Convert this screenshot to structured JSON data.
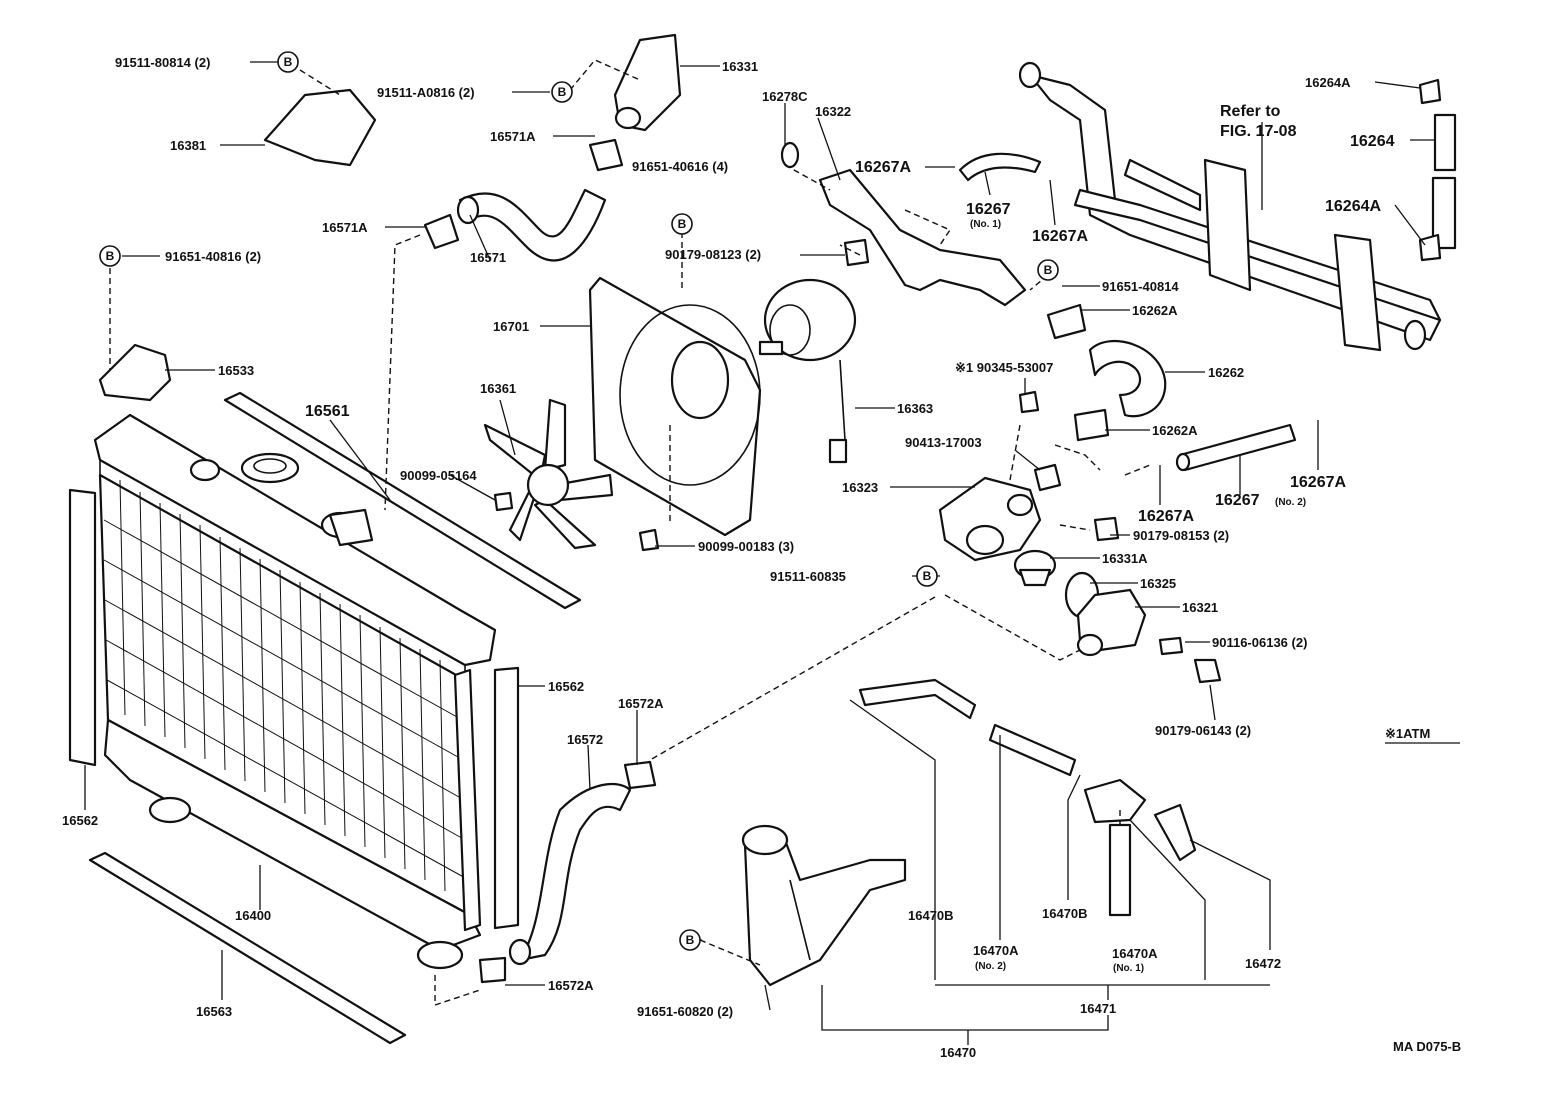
{
  "diagram_code": "MA D075-B",
  "legend_note": "※1ATM",
  "refer": {
    "line1": "Refer to",
    "line2": "FIG. 17-08"
  },
  "bolt_marker": "B",
  "labels": {
    "p91511_80814": "91511-80814 (2)",
    "p16381": "16381",
    "p91511_a0816": "91511-A0816 (2)",
    "p16331": "16331",
    "p16571a_top": "16571A",
    "p91651_40616": "91651-40616 (4)",
    "p16571a_left": "16571A",
    "p16571": "16571",
    "p91651_40816": "91651-40816 (2)",
    "p16533": "16533",
    "p16561": "16561",
    "p16361": "16361",
    "p90099_05164": "90099-05164",
    "p16701": "16701",
    "p90179_08123": "90179-08123 (2)",
    "p16278c": "16278C",
    "p16322": "16322",
    "p16267a_1": "16267A",
    "p16267_no1": "16267",
    "p16267_no1_sub": "(No. 1)",
    "p16267a_2": "16267A",
    "p91651_40814": "91651-40814",
    "p16262a_top": "16262A",
    "p16363": "16363",
    "p90345_53007": "※1 90345-53007",
    "p16262": "16262",
    "p16262a_mid": "16262A",
    "p90413_17003": "90413-17003",
    "p16323": "16323",
    "p16267a_3": "16267A",
    "p16267_no2": "16267",
    "p16267_no2_sub": "(No. 2)",
    "p16267a_4": "16267A",
    "p90099_00183": "90099-00183 (3)",
    "p91511_60835": "91511-60835",
    "p90179_08153": "90179-08153 (2)",
    "p16331a": "16331A",
    "p16325": "16325",
    "p16321": "16321",
    "p90116_06136": "90116-06136 (2)",
    "p90179_06143": "90179-06143 (2)",
    "p16264a_top": "16264A",
    "p16264": "16264",
    "p16264a_bot": "16264A",
    "p16562_right": "16562",
    "p16562_left": "16562",
    "p16572a_top": "16572A",
    "p16572": "16572",
    "p16400": "16400",
    "p16563": "16563",
    "p16572a_bot": "16572A",
    "p91651_60820": "91651-60820 (2)",
    "p16470b_1": "16470B",
    "p16470a_no2": "16470A",
    "p16470a_no2_sub": "(No. 2)",
    "p16470b_2": "16470B",
    "p16470a_no1": "16470A",
    "p16470a_no1_sub": "(No. 1)",
    "p16472": "16472",
    "p16471": "16471",
    "p16470": "16470"
  }
}
